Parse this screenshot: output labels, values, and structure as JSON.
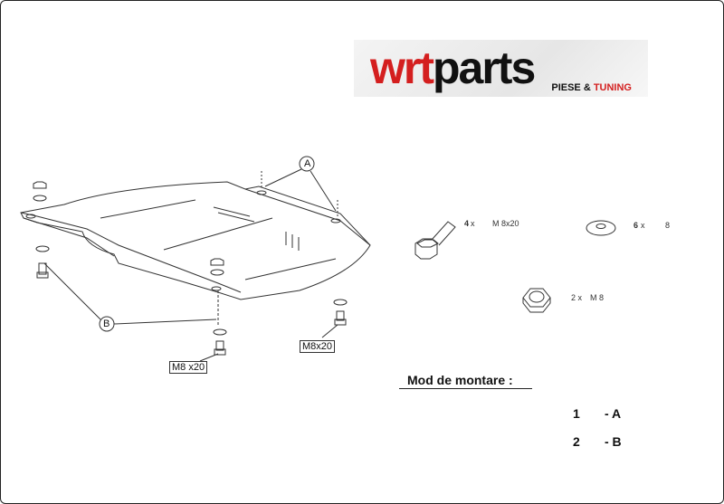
{
  "logo": {
    "brand_red": "wrt",
    "brand_black": "parts",
    "tagline_black": "PIESE &",
    "tagline_red": "TUNING",
    "accent": "#d41f1f"
  },
  "callouts": {
    "a": "A",
    "b": "B"
  },
  "bolt_labels": {
    "left": "M8 x20",
    "right": "M8x20"
  },
  "parts": [
    {
      "qty": "4",
      "x": "x",
      "spec": "M 8x20",
      "icon": "hex-bolt-icon"
    },
    {
      "qty": "6",
      "x": "x",
      "spec": "8",
      "icon": "washer-icon"
    },
    {
      "qty": "2 x",
      "spec": "M 8",
      "icon": "hex-nut-icon"
    }
  ],
  "instructions": {
    "title": "Mod de montare :",
    "steps": [
      {
        "num": "1",
        "ref": "- A"
      },
      {
        "num": "2",
        "ref": "- B"
      }
    ]
  }
}
